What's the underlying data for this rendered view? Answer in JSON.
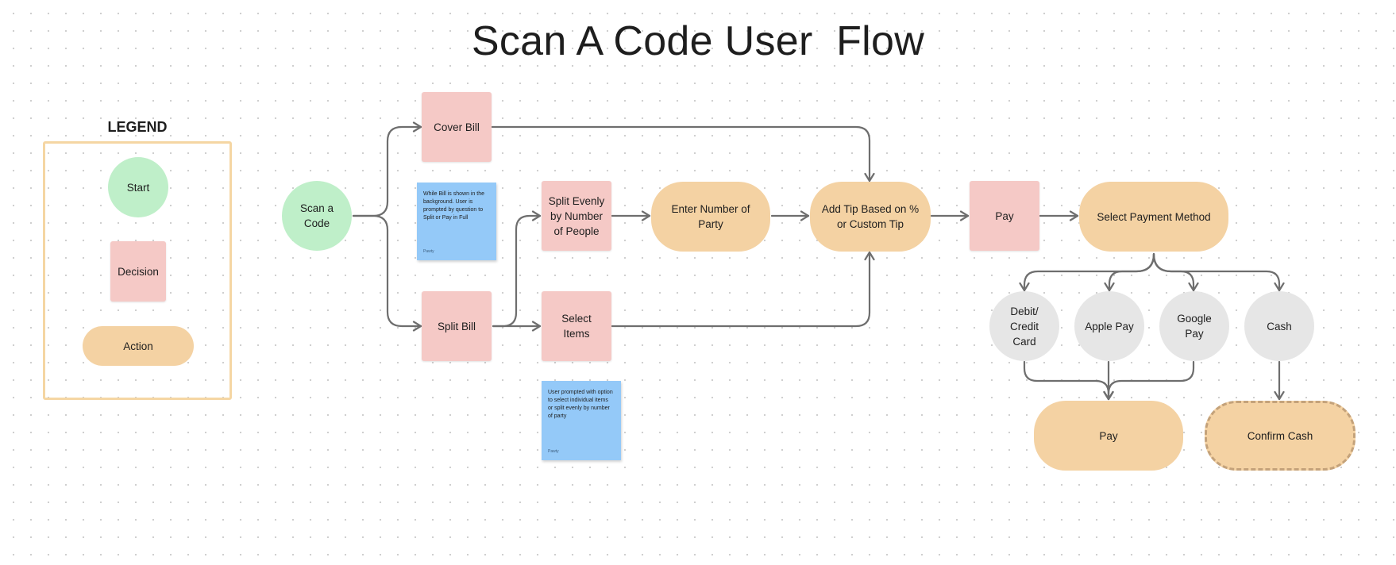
{
  "title": "Scan A Code User  Flow",
  "legend": {
    "title": "LEGEND",
    "start": "Start",
    "decision": "Decision",
    "action": "Action"
  },
  "nodes": {
    "scan_a_code": "Scan a\nCode",
    "cover_bill": "Cover Bill",
    "split_bill": "Split Bill",
    "split_evenly": "Split Evenly\nby Number\nof People",
    "select_items": "Select\nItems",
    "enter_number": "Enter Number of\nParty",
    "add_tip": "Add Tip Based on %\nor Custom Tip",
    "pay_decision": "Pay",
    "select_payment": "Select Payment Method",
    "debit_credit": "Debit/\nCredit\nCard",
    "apple_pay": "Apple Pay",
    "google_pay": "Google\nPay",
    "cash": "Cash",
    "pay_action": "Pay",
    "confirm_cash": "Confirm Cash"
  },
  "notes": {
    "note_split": {
      "text": "While Bill is shown in the background. User is prompted by question to Split or Pay in Full",
      "author": "Pawty"
    },
    "note_items": {
      "text": "User prompted with option to select individual items or split evenly by number of party",
      "author": "Pawty"
    }
  },
  "colors": {
    "start": "#bfefc9",
    "decision": "#f5c9c6",
    "action": "#f4d2a3",
    "option": "#e6e6e6",
    "note": "#94c9f8",
    "legend_border": "#f5d6a3",
    "connector": "#6e6e6e"
  }
}
